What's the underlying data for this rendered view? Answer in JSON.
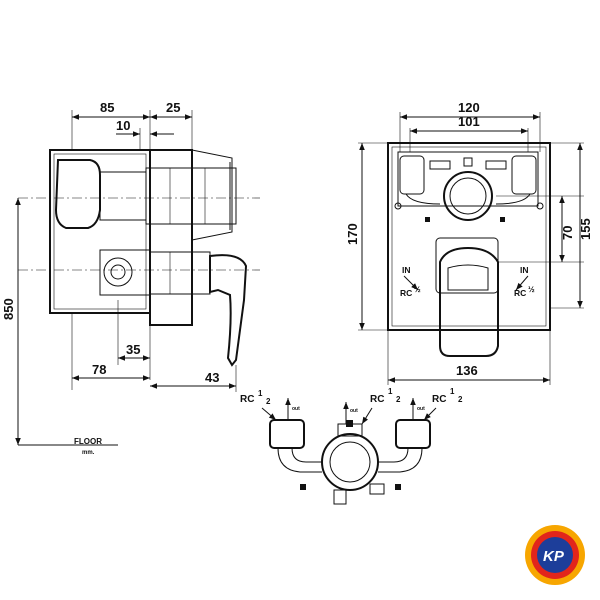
{
  "side_view": {
    "dims": [
      "85",
      "25",
      "10",
      "850",
      "35",
      "78",
      "43"
    ],
    "floor_label": "FLOOR",
    "floor_unit": "mm."
  },
  "front_view": {
    "dims": [
      "120",
      "101",
      "170",
      "70",
      "155",
      "136"
    ],
    "in_left": "IN",
    "in_right": "IN",
    "rc_left": "RC",
    "rc_right": "RC"
  },
  "top_view": {
    "rc_labels": [
      "RC",
      "RC",
      "RC"
    ],
    "out_labels": [
      "out",
      "out",
      "out"
    ],
    "fraction_num": "1",
    "fraction_den": "2"
  },
  "logo": {
    "text": "KP",
    "colors": {
      "outer": "#f7a600",
      "ring": "#e2251b",
      "inner": "#1d3e9a"
    }
  }
}
